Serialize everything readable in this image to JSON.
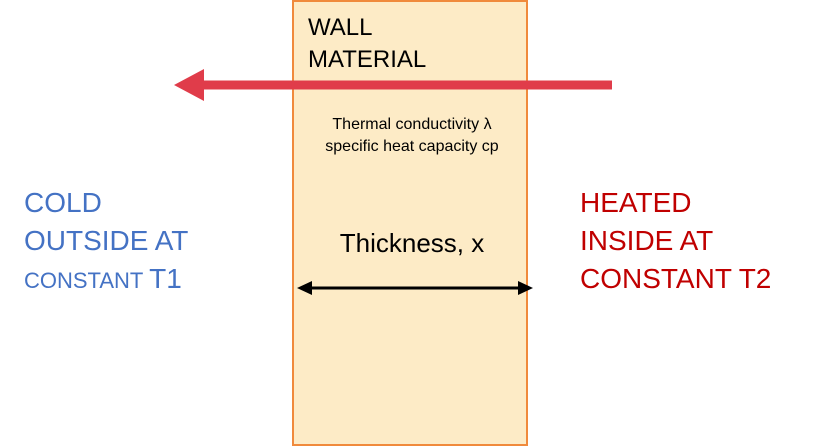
{
  "wall": {
    "title_line1": "WALL",
    "title_line2": "MATERIAL",
    "conductivity": "Thermal conductivity λ",
    "heat_capacity": "specific heat capacity cp",
    "thickness": "Thickness, x"
  },
  "cold_side": {
    "line1": "COLD",
    "line2": "OUTSIDE AT",
    "line3_prefix": "CONSTANT ",
    "line3_suffix": "T1"
  },
  "hot_side": {
    "line1": "HEATED",
    "line2": "INSIDE AT",
    "line3": "CONSTANT T2"
  },
  "colors": {
    "wall_fill": "#fdebc6",
    "wall_border": "#f08a3c",
    "cold_text": "#4472c4",
    "hot_text": "#c00000",
    "heat_arrow": "#e03c4a"
  }
}
